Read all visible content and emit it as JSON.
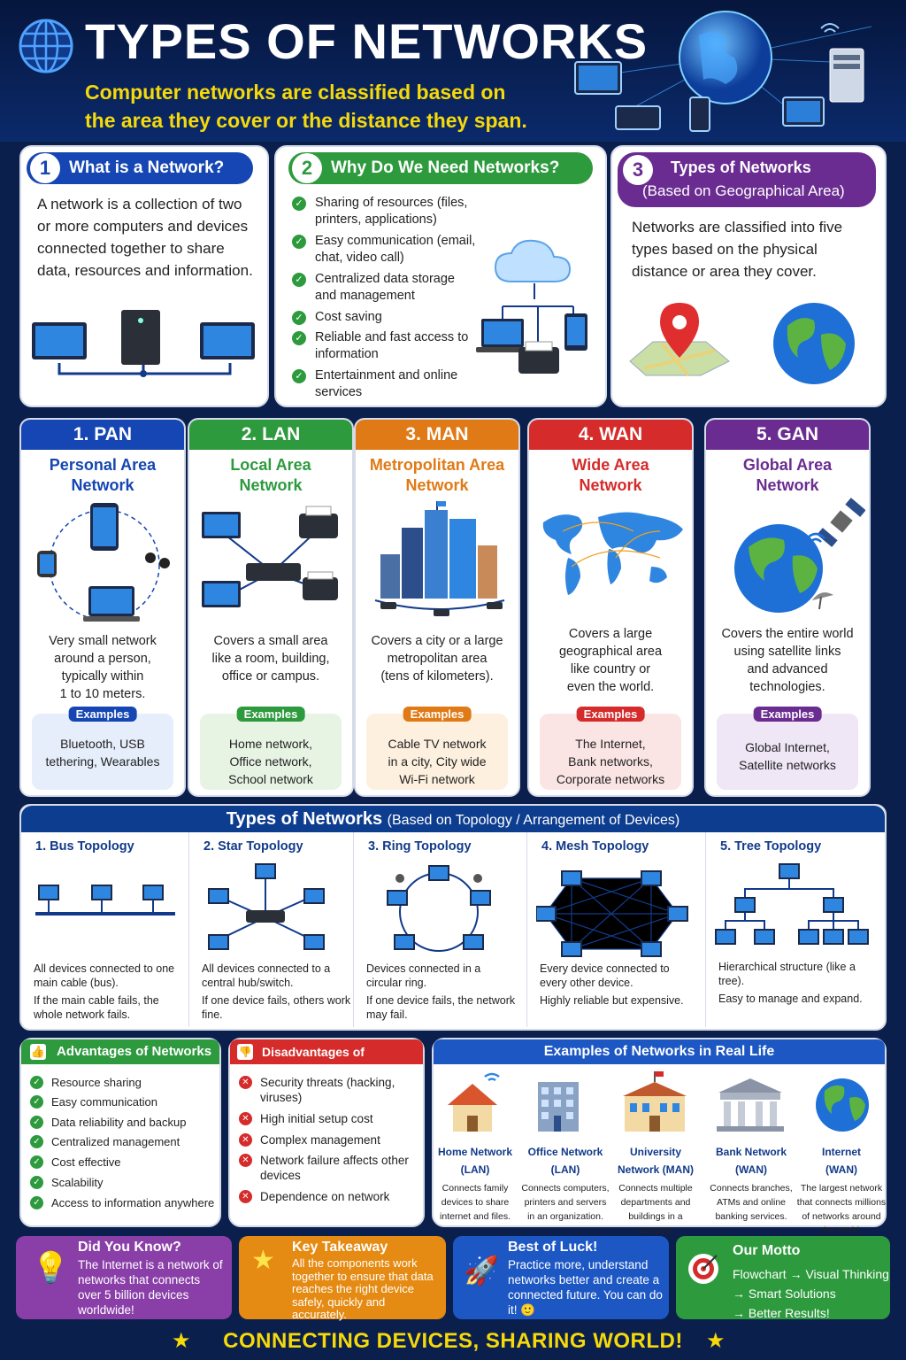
{
  "header": {
    "title": "TYPES OF NETWORKS",
    "subtitle_line1": "Computer networks are classified based on",
    "subtitle_line2": "the area they cover or the distance they span."
  },
  "intro": [
    {
      "num": "1",
      "title": "What is a Network?",
      "color": "#1546b3",
      "body": "A network is a collection of two or more computers and devices connected together to share data, resources and information."
    },
    {
      "num": "2",
      "title": "Why Do We Need Networks?",
      "color": "#2e9a3e",
      "items": [
        "Sharing of resources (files, printers, applications)",
        "Easy communication (email, chat, video call)",
        "Centralized data storage and management",
        "Cost saving",
        "Reliable and fast access to information",
        "Entertainment and online services"
      ]
    },
    {
      "num": "3",
      "title": "Types of Networks",
      "subtitle": "(Based on Geographical Area)",
      "color": "#6a2c91",
      "body": "Networks are classified into five types based on the physical distance or area they cover."
    }
  ],
  "networks": [
    {
      "header": "1. PAN",
      "name1": "Personal Area",
      "name2": "Network",
      "color": "#1546b3",
      "ex_bg": "#e6eefb",
      "desc": [
        "Very small network",
        "around a person,",
        "typically within",
        "1 to 10 meters."
      ],
      "examples_label": "Examples",
      "examples": [
        "Bluetooth, USB",
        "tethering, Wearables"
      ]
    },
    {
      "header": "2. LAN",
      "name1": "Local Area",
      "name2": "Network",
      "color": "#2e9a3e",
      "ex_bg": "#e7f4e4",
      "desc": [
        "Covers a small area",
        "like a room, building,",
        "office or campus."
      ],
      "examples_label": "Examples",
      "examples": [
        "Home network,",
        "Office network,",
        "School network"
      ]
    },
    {
      "header": "3. MAN",
      "name1": "Metropolitan Area",
      "name2": "Network",
      "color": "#e07a16",
      "ex_bg": "#fdf0de",
      "desc": [
        "Covers a city or a large",
        "metropolitan area",
        "(tens of kilometers)."
      ],
      "examples_label": "Examples",
      "examples": [
        "Cable TV network",
        "in a city, City wide",
        "Wi-Fi network"
      ]
    },
    {
      "header": "4. WAN",
      "name1": "Wide Area",
      "name2": "Network",
      "color": "#d62b2b",
      "ex_bg": "#fbe4e4",
      "desc": [
        "Covers a large",
        "geographical area",
        "like country or",
        "even the world."
      ],
      "examples_label": "Examples",
      "examples": [
        "The Internet,",
        "Bank networks,",
        "Corporate networks"
      ]
    },
    {
      "header": "5. GAN",
      "name1": "Global Area",
      "name2": "Network",
      "color": "#6a2c91",
      "ex_bg": "#efe6f6",
      "desc": [
        "Covers the entire world",
        "using satellite links",
        "and advanced",
        "technologies."
      ],
      "examples_label": "Examples",
      "examples": [
        "Global Internet,",
        "Satellite networks"
      ]
    }
  ],
  "topology": {
    "title": "Types of Networks",
    "title_note": "(Based on Topology / Arrangement of Devices)",
    "items": [
      {
        "name": "1. Bus Topology",
        "b1": "All devices connected to one main cable (bus).",
        "b2": "If the main cable fails, the whole network fails."
      },
      {
        "name": "2. Star Topology",
        "b1": "All devices connected to a central hub/switch.",
        "b2": "If one device fails, others work fine."
      },
      {
        "name": "3. Ring Topology",
        "b1": "Devices connected in a circular ring.",
        "b2": "If one device fails, the network may fail."
      },
      {
        "name": "4. Mesh Topology",
        "b1": "Every device connected to every other device.",
        "b2": "Highly reliable but expensive."
      },
      {
        "name": "5. Tree Topology",
        "b1": "Hierarchical structure (like a tree).",
        "b2": "Easy to manage and expand."
      }
    ]
  },
  "advantages": {
    "title": "Advantages of Networks",
    "color": "#2e9a3e",
    "items": [
      "Resource sharing",
      "Easy communication",
      "Data reliability and backup",
      "Centralized management",
      "Cost effective",
      "Scalability",
      "Access to information anywhere"
    ]
  },
  "disadvantages": {
    "title": "Disadvantages of Networks",
    "color": "#d62b2b",
    "items": [
      "Security threats (hacking, viruses)",
      "High initial setup cost",
      "Complex management",
      "Network failure affects other devices",
      "Dependence on network"
    ]
  },
  "real_life": {
    "title": "Examples of Networks in Real Life",
    "items": [
      {
        "name": "Home Network",
        "type": "(LAN)",
        "desc": "Connects family devices to share internet and files."
      },
      {
        "name": "Office Network",
        "type": "(LAN)",
        "desc": "Connects computers, printers and servers in an organization."
      },
      {
        "name": "University",
        "type": "Network (MAN)",
        "desc": "Connects multiple departments and buildings in a campus."
      },
      {
        "name": "Bank Network",
        "type": "(WAN)",
        "desc": "Connects branches, ATMs and online banking services."
      },
      {
        "name": "Internet",
        "type": "(WAN)",
        "desc": "The largest network that connects millions of networks around the world."
      }
    ]
  },
  "tips": [
    {
      "title": "Did You Know?",
      "text": "The Internet is a network of networks that connects over 5 billion devices worldwide!",
      "color": "#8a3fa8"
    },
    {
      "title": "Key Takeaway",
      "text": "All the components work together to ensure that data reaches the right device safely, quickly and accurately.",
      "color": "#e58a12"
    },
    {
      "title": "Best of Luck!",
      "text": "Practice more, understand networks better and create a connected future. You can do it! 🙂",
      "color": "#1c57c4"
    },
    {
      "title": "Our Motto",
      "line1": "Flowchart → Visual Thinking",
      "line2": "→ Smart Solutions",
      "line3": "→ Better Results!",
      "color": "#2e9a3e"
    }
  ],
  "footer": "CONNECTING DEVICES, SHARING WORLD!"
}
